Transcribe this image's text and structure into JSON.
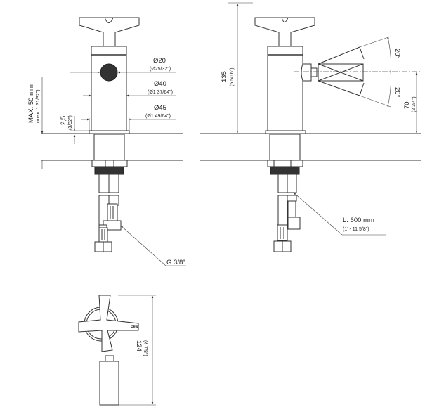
{
  "drawing": {
    "front_view": {
      "dia20": "Ø20",
      "dia20_in": "(Ø25/32\")",
      "dia40": "Ø40",
      "dia40_in": "(Ø1 37/64\")",
      "dia45": "Ø45",
      "dia45_in": "(Ø1 49/64\")",
      "gap": "2,5",
      "gap_in": "(3/32\")",
      "max_thickness": "MAX. 50 mm",
      "max_thickness_in": "(max. 1 31/32\")",
      "thread": "G 3/8\""
    },
    "side_view": {
      "height": "135",
      "height_in": "(5 5/16\")",
      "angle_up": "20°",
      "angle_down": "20°",
      "spout_height": "70",
      "spout_height_in": "(2 3/4\")",
      "hose_length": "L. 600 mm",
      "hose_length_in": "(1' - 11 5/8\")"
    },
    "top_view": {
      "length": "124",
      "length_in": "(4 7/8\")",
      "logo": "cea"
    }
  }
}
